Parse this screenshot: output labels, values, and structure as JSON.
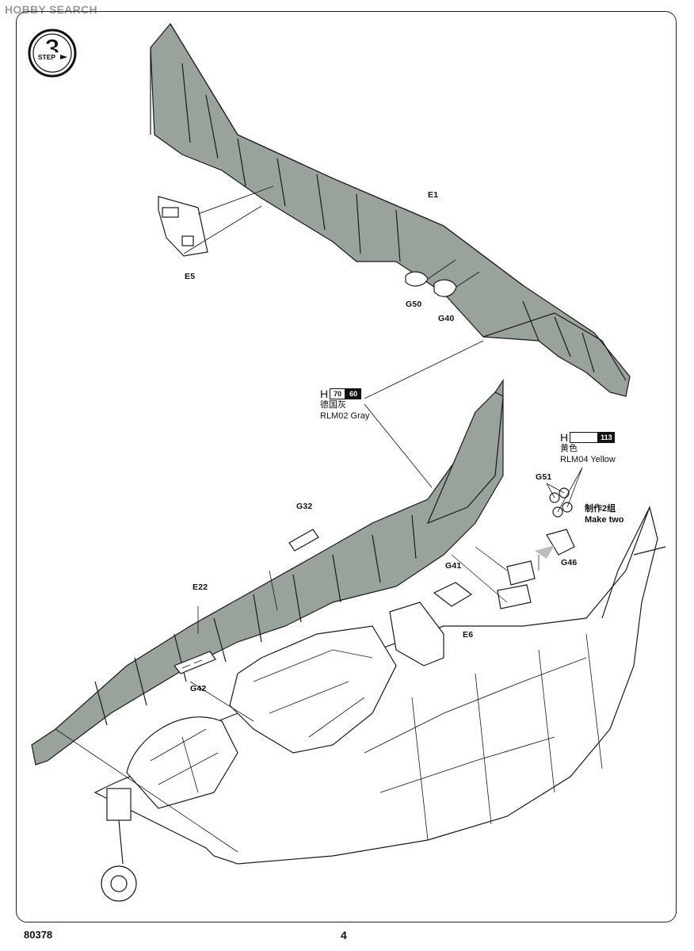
{
  "watermark": "HOBBY SEARCH",
  "step": {
    "number": "3",
    "label": "STEP"
  },
  "parts": {
    "e1": "E1",
    "e5": "E5",
    "g50": "G50",
    "g40": "G40",
    "g32": "G32",
    "e22": "E22",
    "g41": "G41",
    "e6": "E6",
    "g42": "G42",
    "g51": "G51",
    "g46": "G46"
  },
  "paint_gray": {
    "h_letter": "H",
    "code1": "70",
    "code2": "60",
    "cn": "德国灰",
    "en": "RLM02 Gray"
  },
  "paint_yellow": {
    "h_letter": "H",
    "code": "113",
    "cn": "黄色",
    "en": "RLM04 Yellow"
  },
  "make_two": {
    "cn": "制作2组",
    "en": "Make two"
  },
  "footer": {
    "code": "80378",
    "page": "4"
  },
  "colors": {
    "part_gray": "#9aa29c",
    "line": "#1a1a1a",
    "frame": "#222222"
  }
}
